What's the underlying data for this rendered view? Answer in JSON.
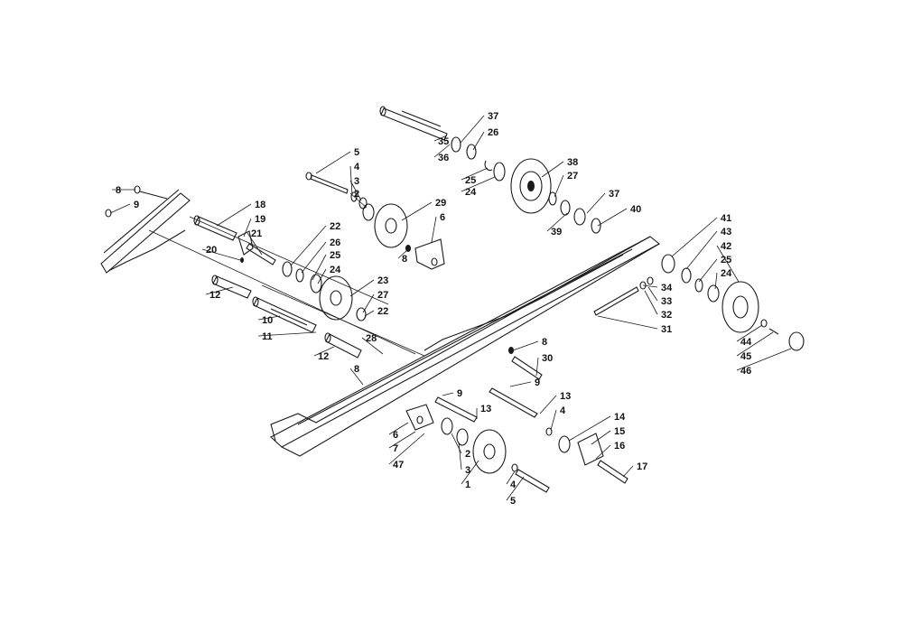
{
  "diagram": {
    "labels": [
      "1",
      "2",
      "3",
      "4",
      "5",
      "6",
      "7",
      "8",
      "9",
      "10",
      "11",
      "12",
      "13",
      "14",
      "15",
      "16",
      "17",
      "18",
      "19",
      "20",
      "21",
      "22",
      "23",
      "24",
      "25",
      "26",
      "27",
      "28",
      "29",
      "30",
      "31",
      "32",
      "33",
      "34",
      "35",
      "36",
      "37",
      "38",
      "39",
      "40",
      "41",
      "42",
      "43",
      "44",
      "45",
      "46",
      "47"
    ]
  },
  "style": {
    "ink": "#1a1a1a",
    "paper": "#ffffff"
  }
}
